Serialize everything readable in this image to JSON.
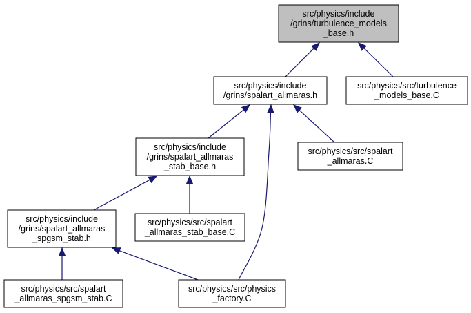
{
  "nodes": [
    {
      "id": "turbulence_models_base_h",
      "lines": [
        "src/physics/include",
        "/grins/turbulence_models",
        "_base.h"
      ],
      "highlighted": true
    },
    {
      "id": "spalart_allmaras_h",
      "lines": [
        "src/physics/include",
        "/grins/spalart_allmaras.h"
      ]
    },
    {
      "id": "turbulence_models_base_C",
      "lines": [
        "src/physics/src/turbulence",
        "_models_base.C"
      ]
    },
    {
      "id": "spalart_allmaras_stab_base_h",
      "lines": [
        "src/physics/include",
        "/grins/spalart_allmaras",
        "_stab_base.h"
      ]
    },
    {
      "id": "spalart_allmaras_C",
      "lines": [
        "src/physics/src/spalart",
        "_allmaras.C"
      ]
    },
    {
      "id": "spalart_allmaras_spgsm_stab_h",
      "lines": [
        "src/physics/include",
        "/grins/spalart_allmaras",
        "_spgsm_stab.h"
      ]
    },
    {
      "id": "spalart_allmaras_stab_base_C",
      "lines": [
        "src/physics/src/spalart",
        "_allmaras_stab_base.C"
      ]
    },
    {
      "id": "spalart_allmaras_spgsm_stab_C",
      "lines": [
        "src/physics/src/spalart",
        "_allmaras_spgsm_stab.C"
      ]
    },
    {
      "id": "physics_factory_C",
      "lines": [
        "src/physics/src/physics",
        "_factory.C"
      ]
    }
  ],
  "edges": [
    {
      "from": "spalart_allmaras_h",
      "to": "turbulence_models_base_h"
    },
    {
      "from": "turbulence_models_base_C",
      "to": "turbulence_models_base_h"
    },
    {
      "from": "spalart_allmaras_stab_base_h",
      "to": "spalart_allmaras_h"
    },
    {
      "from": "physics_factory_C",
      "to": "spalart_allmaras_h"
    },
    {
      "from": "spalart_allmaras_C",
      "to": "spalart_allmaras_h"
    },
    {
      "from": "spalart_allmaras_spgsm_stab_h",
      "to": "spalart_allmaras_stab_base_h"
    },
    {
      "from": "spalart_allmaras_stab_base_C",
      "to": "spalart_allmaras_stab_base_h"
    },
    {
      "from": "spalart_allmaras_spgsm_stab_C",
      "to": "spalart_allmaras_spgsm_stab_h"
    },
    {
      "from": "physics_factory_C",
      "to": "spalart_allmaras_spgsm_stab_h"
    }
  ]
}
